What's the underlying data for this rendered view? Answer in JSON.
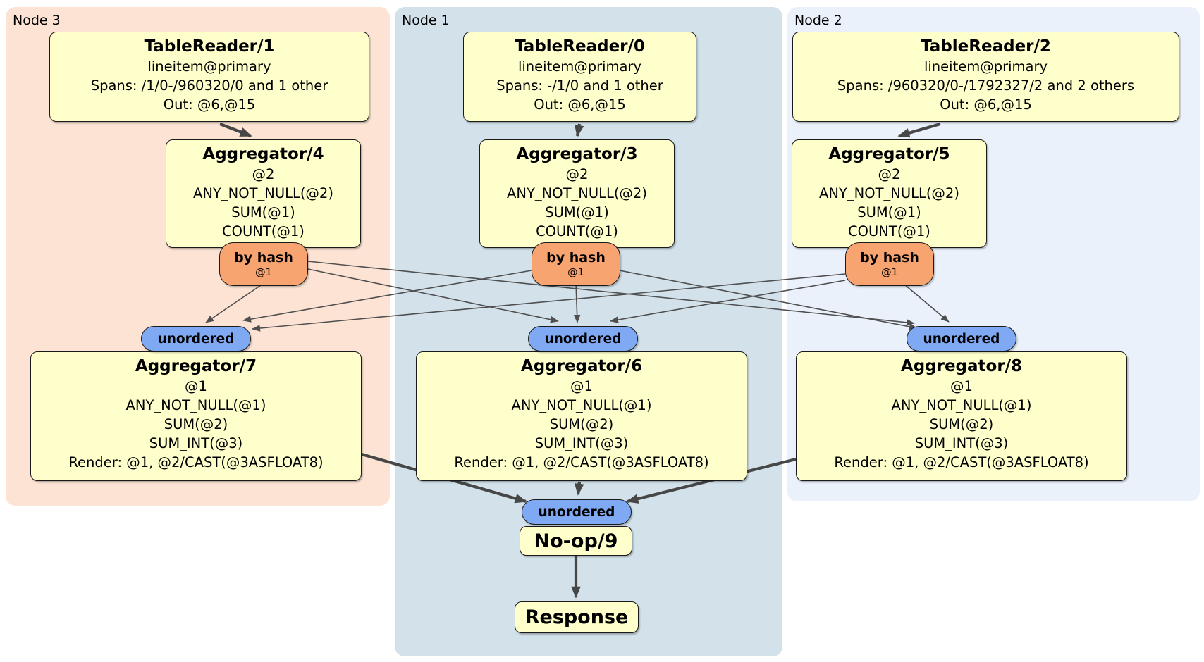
{
  "nodes": [
    {
      "label": "Node 3",
      "table_reader": {
        "title": "TableReader/1",
        "index": "lineitem@primary",
        "spans": "Spans: /1/0-/960320/0 and 1 other",
        "out": "Out: @6,@15"
      },
      "aggregator_top": {
        "title": "Aggregator/4",
        "lines": [
          "@2",
          "ANY_NOT_NULL(@2)",
          "SUM(@1)",
          "COUNT(@1)"
        ]
      },
      "router": {
        "label": "by hash",
        "key": "@1"
      },
      "sync_label": "unordered",
      "aggregator_bottom": {
        "title": "Aggregator/7",
        "lines": [
          "@1",
          "ANY_NOT_NULL(@1)",
          "SUM(@2)",
          "SUM_INT(@3)",
          "Render: @1, @2/CAST(@3ASFLOAT8)"
        ]
      }
    },
    {
      "label": "Node 1",
      "table_reader": {
        "title": "TableReader/0",
        "index": "lineitem@primary",
        "spans": "Spans: -/1/0 and 1 other",
        "out": "Out: @6,@15"
      },
      "aggregator_top": {
        "title": "Aggregator/3",
        "lines": [
          "@2",
          "ANY_NOT_NULL(@2)",
          "SUM(@1)",
          "COUNT(@1)"
        ]
      },
      "router": {
        "label": "by hash",
        "key": "@1"
      },
      "sync_label": "unordered",
      "aggregator_bottom": {
        "title": "Aggregator/6",
        "lines": [
          "@1",
          "ANY_NOT_NULL(@1)",
          "SUM(@2)",
          "SUM_INT(@3)",
          "Render: @1, @2/CAST(@3ASFLOAT8)"
        ]
      }
    },
    {
      "label": "Node 2",
      "table_reader": {
        "title": "TableReader/2",
        "index": "lineitem@primary",
        "spans": "Spans: /960320/0-/1792327/2 and 2 others",
        "out": "Out: @6,@15"
      },
      "aggregator_top": {
        "title": "Aggregator/5",
        "lines": [
          "@2",
          "ANY_NOT_NULL(@2)",
          "SUM(@1)",
          "COUNT(@1)"
        ]
      },
      "router": {
        "label": "by hash",
        "key": "@1"
      },
      "sync_label": "unordered",
      "aggregator_bottom": {
        "title": "Aggregator/8",
        "lines": [
          "@1",
          "ANY_NOT_NULL(@1)",
          "SUM(@2)",
          "SUM_INT(@3)",
          "Render: @1, @2/CAST(@3ASFLOAT8)"
        ]
      }
    }
  ],
  "final": {
    "sync_label": "unordered",
    "noop_title": "No-op/9",
    "response_title": "Response"
  },
  "colors": {
    "node3_bg": "#fce3d4",
    "node1_bg": "#d2e1ea",
    "node2_bg": "#eaf1fb",
    "process_fill": "#ffffcc",
    "router_fill": "#f8a470",
    "sync_fill": "#7fa9f2",
    "edge": "#4f4f4f"
  }
}
